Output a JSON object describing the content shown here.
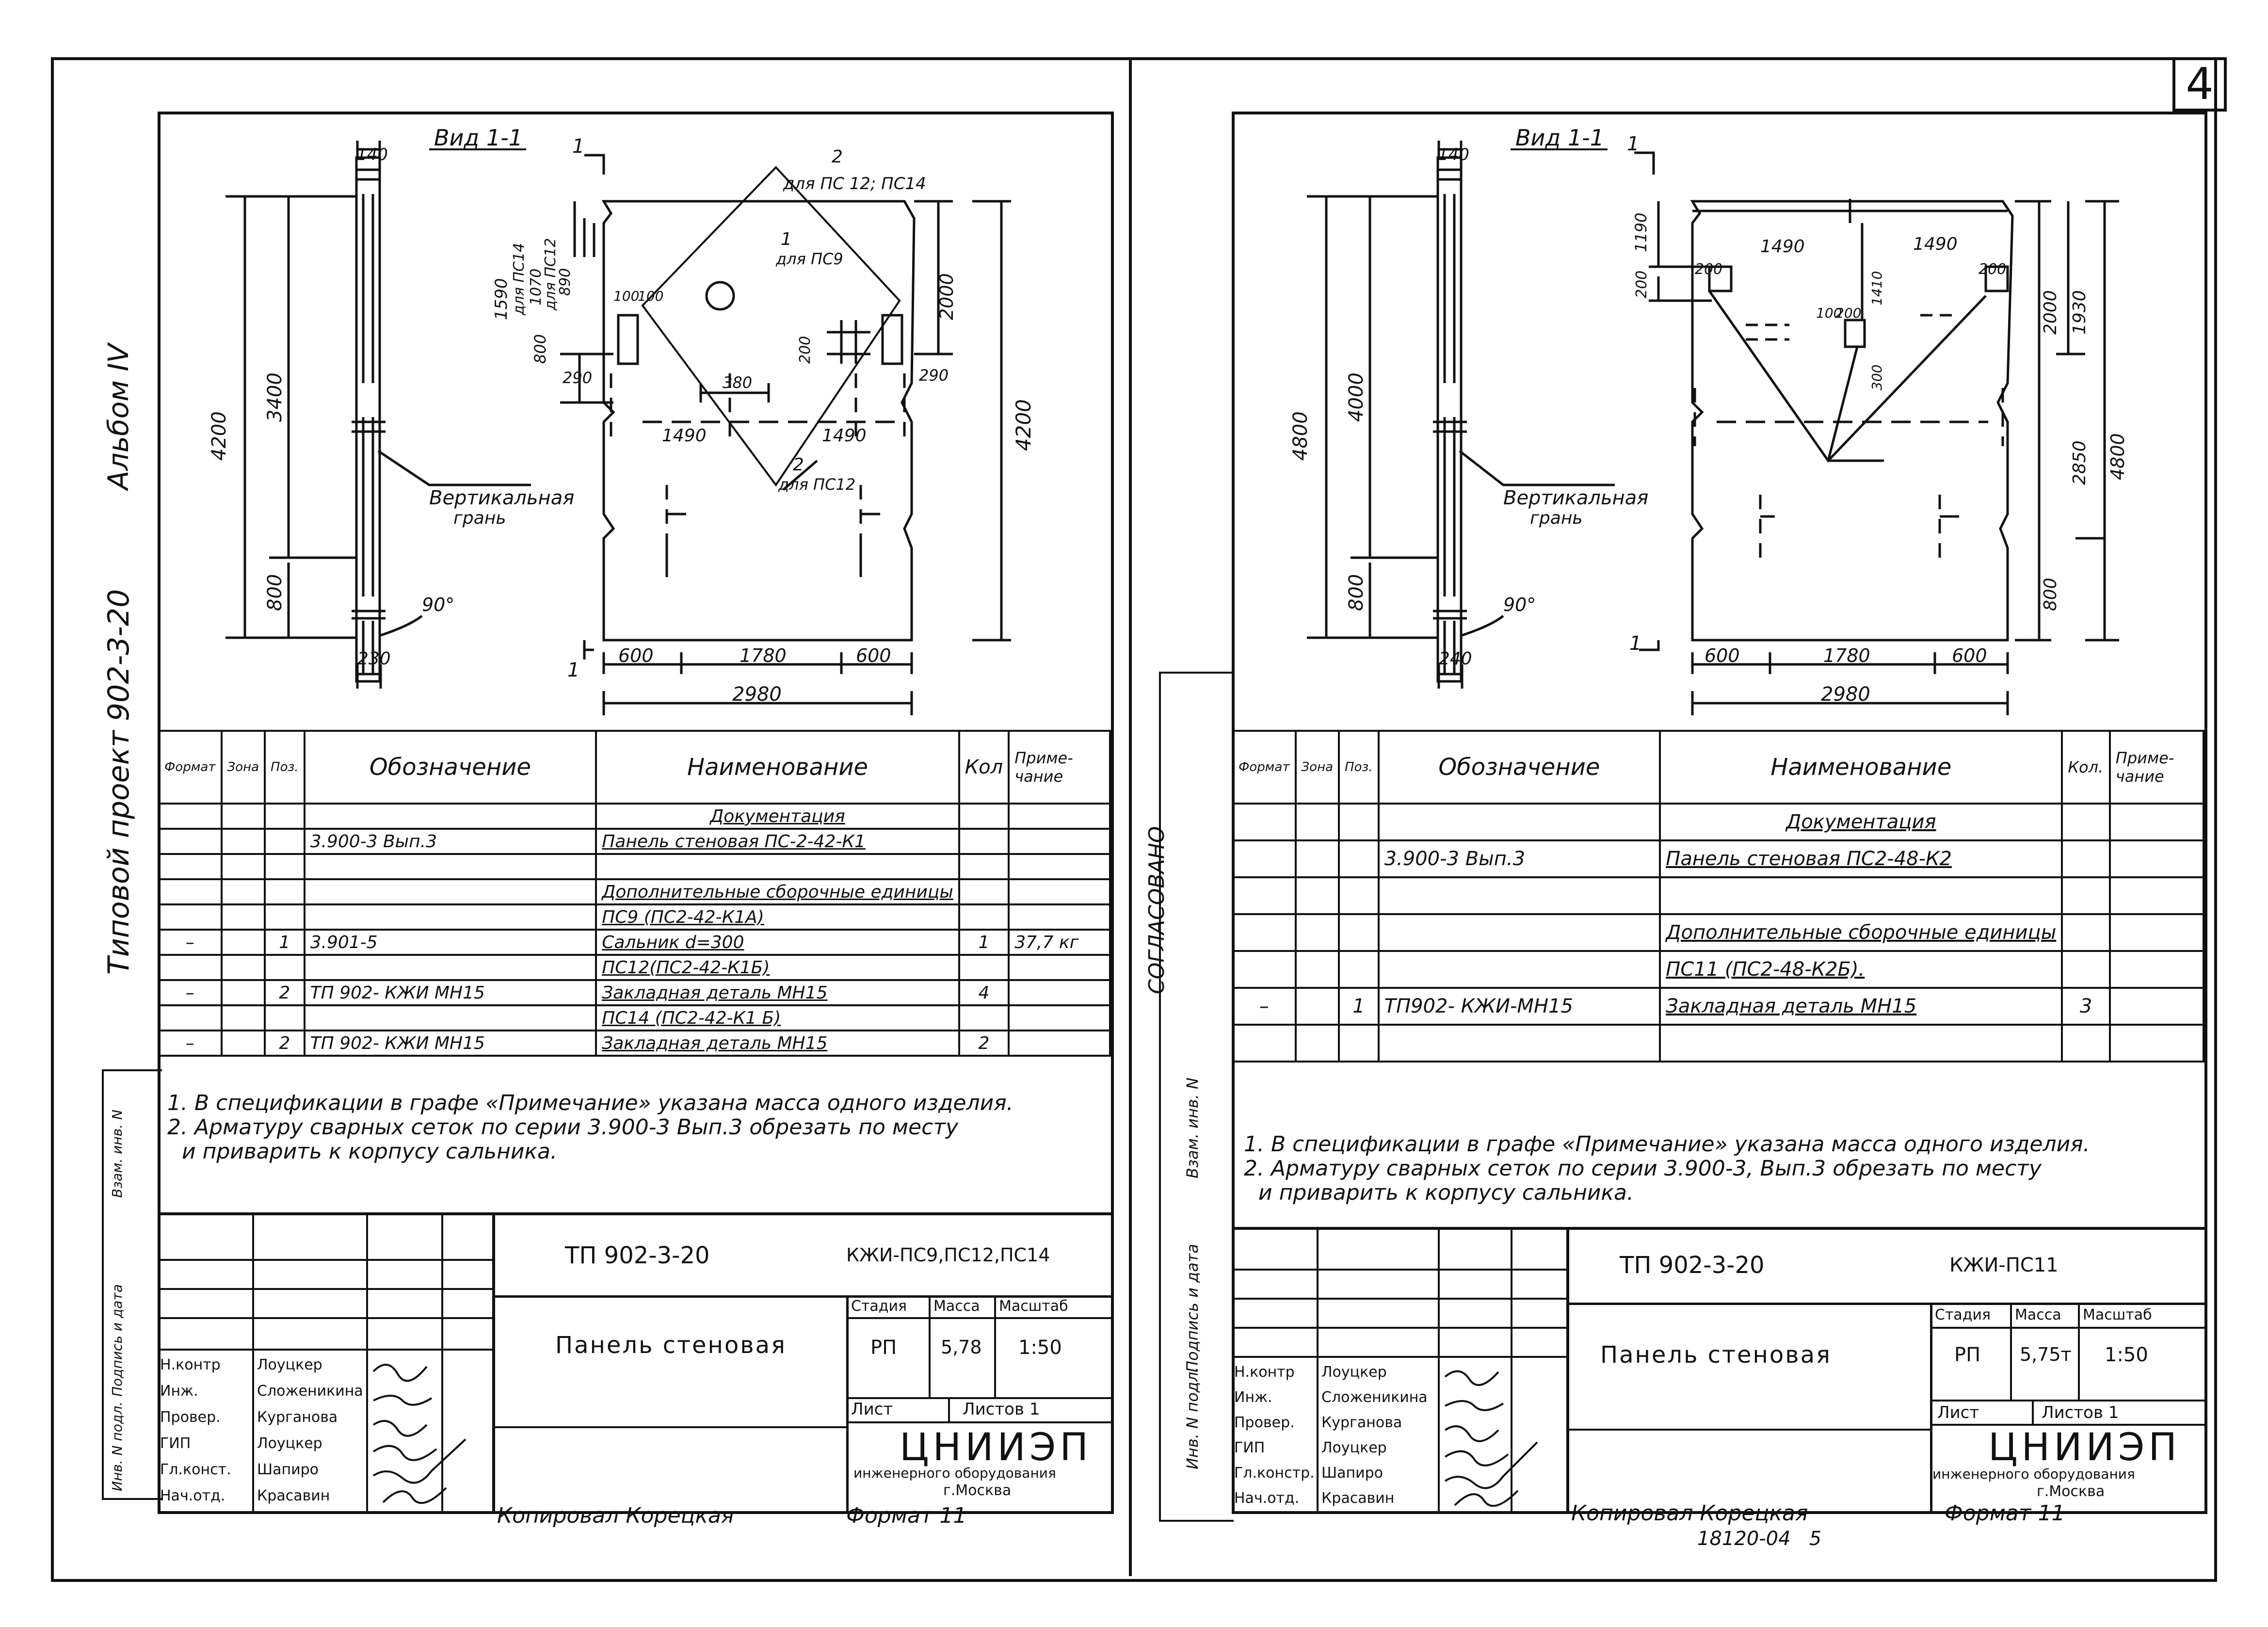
{
  "page_number": "4",
  "left_margin": {
    "album": "Альбом IV",
    "project": "Типовой проект 902-3-20"
  },
  "middle_margin": {
    "agreed": "СОГЛАСОВАНО",
    "inv_orig": "Инв. N подл.",
    "sign_date": "Подпись и дата",
    "inv_repl": "Взам. инв. N"
  },
  "sheets": [
    {
      "view_title": "Вид 1-1",
      "dims": {
        "thickness": "140",
        "total_h": "4200",
        "upper_h": "3400",
        "lower_h": "800",
        "bottom_w": "230",
        "angle": "90°",
        "vertical_face": "Вертикальная",
        "vertical_face2": "грань",
        "section_mark": "1",
        "d_1590": "1590",
        "d_pc14": "для ПС14",
        "d_1070": "1070",
        "d_pc12": "для ПС12",
        "d_890": "890",
        "d_800": "800",
        "d_290a": "290",
        "d_290b": "290",
        "d_100a": "100",
        "d_100b": "100",
        "d_2000": "2000",
        "d_200": "200",
        "d_380": "380",
        "d_1490a": "1490",
        "d_1490b": "1490",
        "d_4200r": "4200",
        "lbl_2": "2",
        "lbl_2_for": "для ПС 12; ПС14",
        "lbl_1": "1",
        "lbl_1_for": "для ПС9",
        "lbl_2b": "2",
        "lbl_2b_for": "для ПС12",
        "w_600a": "600",
        "w_1780": "1780",
        "w_600b": "600",
        "w_total": "2980"
      },
      "spec_headers": [
        "Формат",
        "Зона",
        "Поз.",
        "Обозначение",
        "Наименование",
        "Кол",
        "Приме-чание"
      ],
      "spec_rows": [
        [
          "",
          "",
          "",
          "",
          "Документация",
          "",
          ""
        ],
        [
          "",
          "",
          "",
          "3.900-3 Вып.3",
          "Панель стеновая ПС-2-42-К1",
          "",
          ""
        ],
        [
          "",
          "",
          "",
          "",
          "",
          "",
          ""
        ],
        [
          "",
          "",
          "",
          "",
          "Дополнительные сборочные единицы",
          "",
          ""
        ],
        [
          "",
          "",
          "",
          "",
          "ПС9 (ПС2-42-К1А)",
          "",
          ""
        ],
        [
          "–",
          "",
          "1",
          "3.901-5",
          "Сальник d=300",
          "1",
          "37,7 кг"
        ],
        [
          "",
          "",
          "",
          "",
          "ПС12(ПС2-42-К1Б)",
          "",
          ""
        ],
        [
          "–",
          "",
          "2",
          "ТП 902-           КЖИ МН15",
          "Закладная деталь МН15",
          "4",
          ""
        ],
        [
          "",
          "",
          "",
          "",
          "ПС14 (ПС2-42-К1 Б)",
          "",
          ""
        ],
        [
          "–",
          "",
          "2",
          "ТП 902-           КЖИ МН15",
          "Закладная деталь МН15",
          "2",
          ""
        ]
      ],
      "notes": [
        "1. В спецификации в графе «Примечание» указана масса одного изделия.",
        "2. Арматуру сварных сеток по серии 3.900-3 Вып.3 обрезать по месту",
        "и приварить к корпусу сальника."
      ],
      "stamp": {
        "code": "ТП 902-3-20",
        "doc": "КЖИ-ПС9,ПС12,ПС14",
        "title": "Панель стеновая",
        "stage_h": "Стадия",
        "mass_h": "Масса",
        "scale_h": "Масштаб",
        "stage": "РП",
        "mass": "5,78",
        "scale": "1:50",
        "sheet_h": "Лист",
        "sheets_h": "Листов 1",
        "org": "ЦНИИЭП",
        "org2": "инженерного оборудования",
        "org3": "г.Москва",
        "roles": [
          "Н.контр",
          "Инж.",
          "Провер.",
          "ГИП",
          "Гл.конст.",
          "Нач.отд."
        ],
        "names": [
          "Лоуцкер",
          "Сложеникина",
          "Курганова",
          "Лоуцкер",
          "Шапиро",
          "Красавин"
        ]
      },
      "copied": "Копировал Корецкая",
      "format": "Формат 11",
      "extra": ""
    },
    {
      "view_title": "Вид 1-1",
      "dims": {
        "thickness": "140",
        "total_h": "4800",
        "upper_h": "4000",
        "lower_h": "800",
        "bottom_w": "240",
        "angle": "90°",
        "vertical_face": "Вертикальная",
        "vertical_face2": "грань",
        "section_mark": "1",
        "d_1190": "1190",
        "d_200": "200",
        "d_200b": "200",
        "d_200c": "200",
        "d_1490a": "1490",
        "d_1490b": "1490",
        "d_100a": "100",
        "d_200d": "200",
        "d_1410": "1410",
        "d_300": "300",
        "d_2000": "2000",
        "d_1930": "1930",
        "d_2850": "2850",
        "d_4800r": "4800",
        "d_800r": "800",
        "w_600a": "600",
        "w_1780": "1780",
        "w_600b": "600",
        "w_total": "2980"
      },
      "spec_headers": [
        "Формат",
        "Зона",
        "Поз.",
        "Обозначение",
        "Наименование",
        "Кол.",
        "Приме-чание"
      ],
      "spec_rows": [
        [
          "",
          "",
          "",
          "",
          "Документация",
          "",
          ""
        ],
        [
          "",
          "",
          "",
          "3.900-3  Вып.3",
          "Панель стеновая ПС2-48-К2",
          "",
          ""
        ],
        [
          "",
          "",
          "",
          "",
          "",
          "",
          ""
        ],
        [
          "",
          "",
          "",
          "",
          "Дополнительные сборочные единицы",
          "",
          ""
        ],
        [
          "",
          "",
          "",
          "",
          "ПС11 (ПС2-48-К2Б).",
          "",
          ""
        ],
        [
          "–",
          "",
          "1",
          "ТП902-           КЖИ-МН15",
          "Закладная деталь МН15",
          "3",
          ""
        ],
        [
          "",
          "",
          "",
          "",
          "",
          "",
          ""
        ]
      ],
      "notes": [
        "1. В спецификации в графе «Примечание» указана масса одного изделия.",
        "2. Арматуру сварных сеток по серии 3.900-3, Вып.3 обрезать по месту",
        "и приварить к корпусу сальника."
      ],
      "stamp": {
        "code": "ТП 902-3-20",
        "doc": "КЖИ-ПС11",
        "title": "Панель стеновая",
        "stage_h": "Стадия",
        "mass_h": "Масса",
        "scale_h": "Масштаб",
        "stage": "РП",
        "mass": "5,75т",
        "scale": "1:50",
        "sheet_h": "Лист",
        "sheets_h": "Листов 1",
        "org": "ЦНИИЭП",
        "org2": "инженерного оборудования",
        "org3": "г.Москва",
        "roles": [
          "Н.контр",
          "Инж.",
          "Провер.",
          "ГИП",
          "Гл.констр.",
          "Нач.отд."
        ],
        "names": [
          "Лоуцкер",
          "Сложеникина",
          "Курганова",
          "Лоуцкер",
          "Шапиро",
          "Красавин"
        ]
      },
      "copied": "Копировал Корецкая",
      "format": "Формат 11",
      "extra": "18120-04   5"
    }
  ]
}
